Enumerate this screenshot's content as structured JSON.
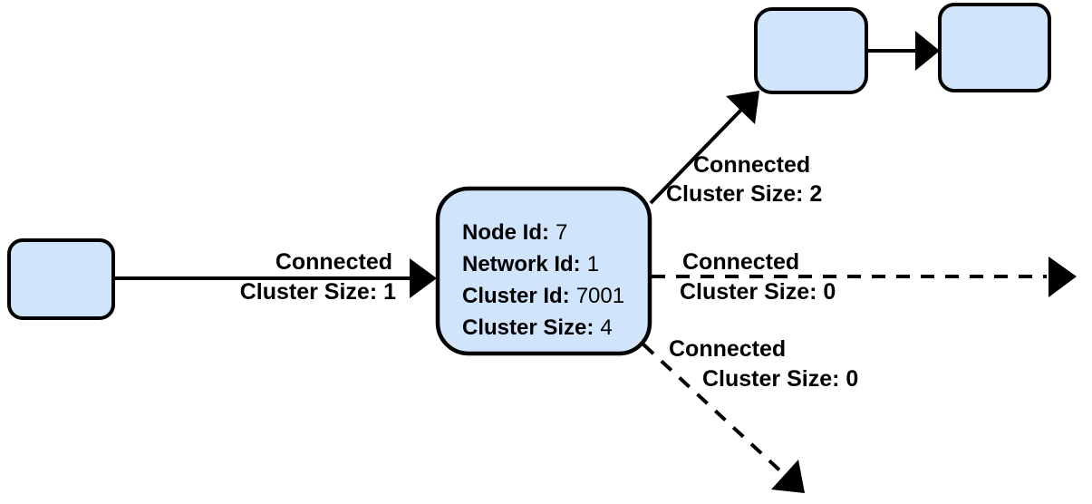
{
  "diagram": {
    "colors": {
      "node_fill": "#d0e4fb",
      "node_stroke": "#000000",
      "edge_stroke": "#000000",
      "label_color": "#000000",
      "background": "#ffffff"
    },
    "nodes": {
      "peer_left": {},
      "center": {
        "fields": [
          {
            "label": "Node Id:",
            "value": "7"
          },
          {
            "label": "Network Id:",
            "value": "1"
          },
          {
            "label": "Cluster Id:",
            "value": "7001"
          },
          {
            "label": "Cluster Size:",
            "value": "4"
          }
        ]
      },
      "peer_top": {},
      "peer_top_right": {}
    },
    "edges": {
      "left_to_center": {
        "style": "solid",
        "line1": "Connected",
        "line2": "Cluster Size: 1"
      },
      "center_to_top": {
        "style": "solid",
        "line1": "Connected",
        "line2": "Cluster Size: 2"
      },
      "top_to_top_right": {
        "style": "solid"
      },
      "center_to_right": {
        "style": "dashed",
        "line1": "Connected",
        "line2": "Cluster Size: 0"
      },
      "center_to_bottom": {
        "style": "dashed",
        "line1": "Connected",
        "line2": "Cluster Size: 0"
      }
    }
  }
}
